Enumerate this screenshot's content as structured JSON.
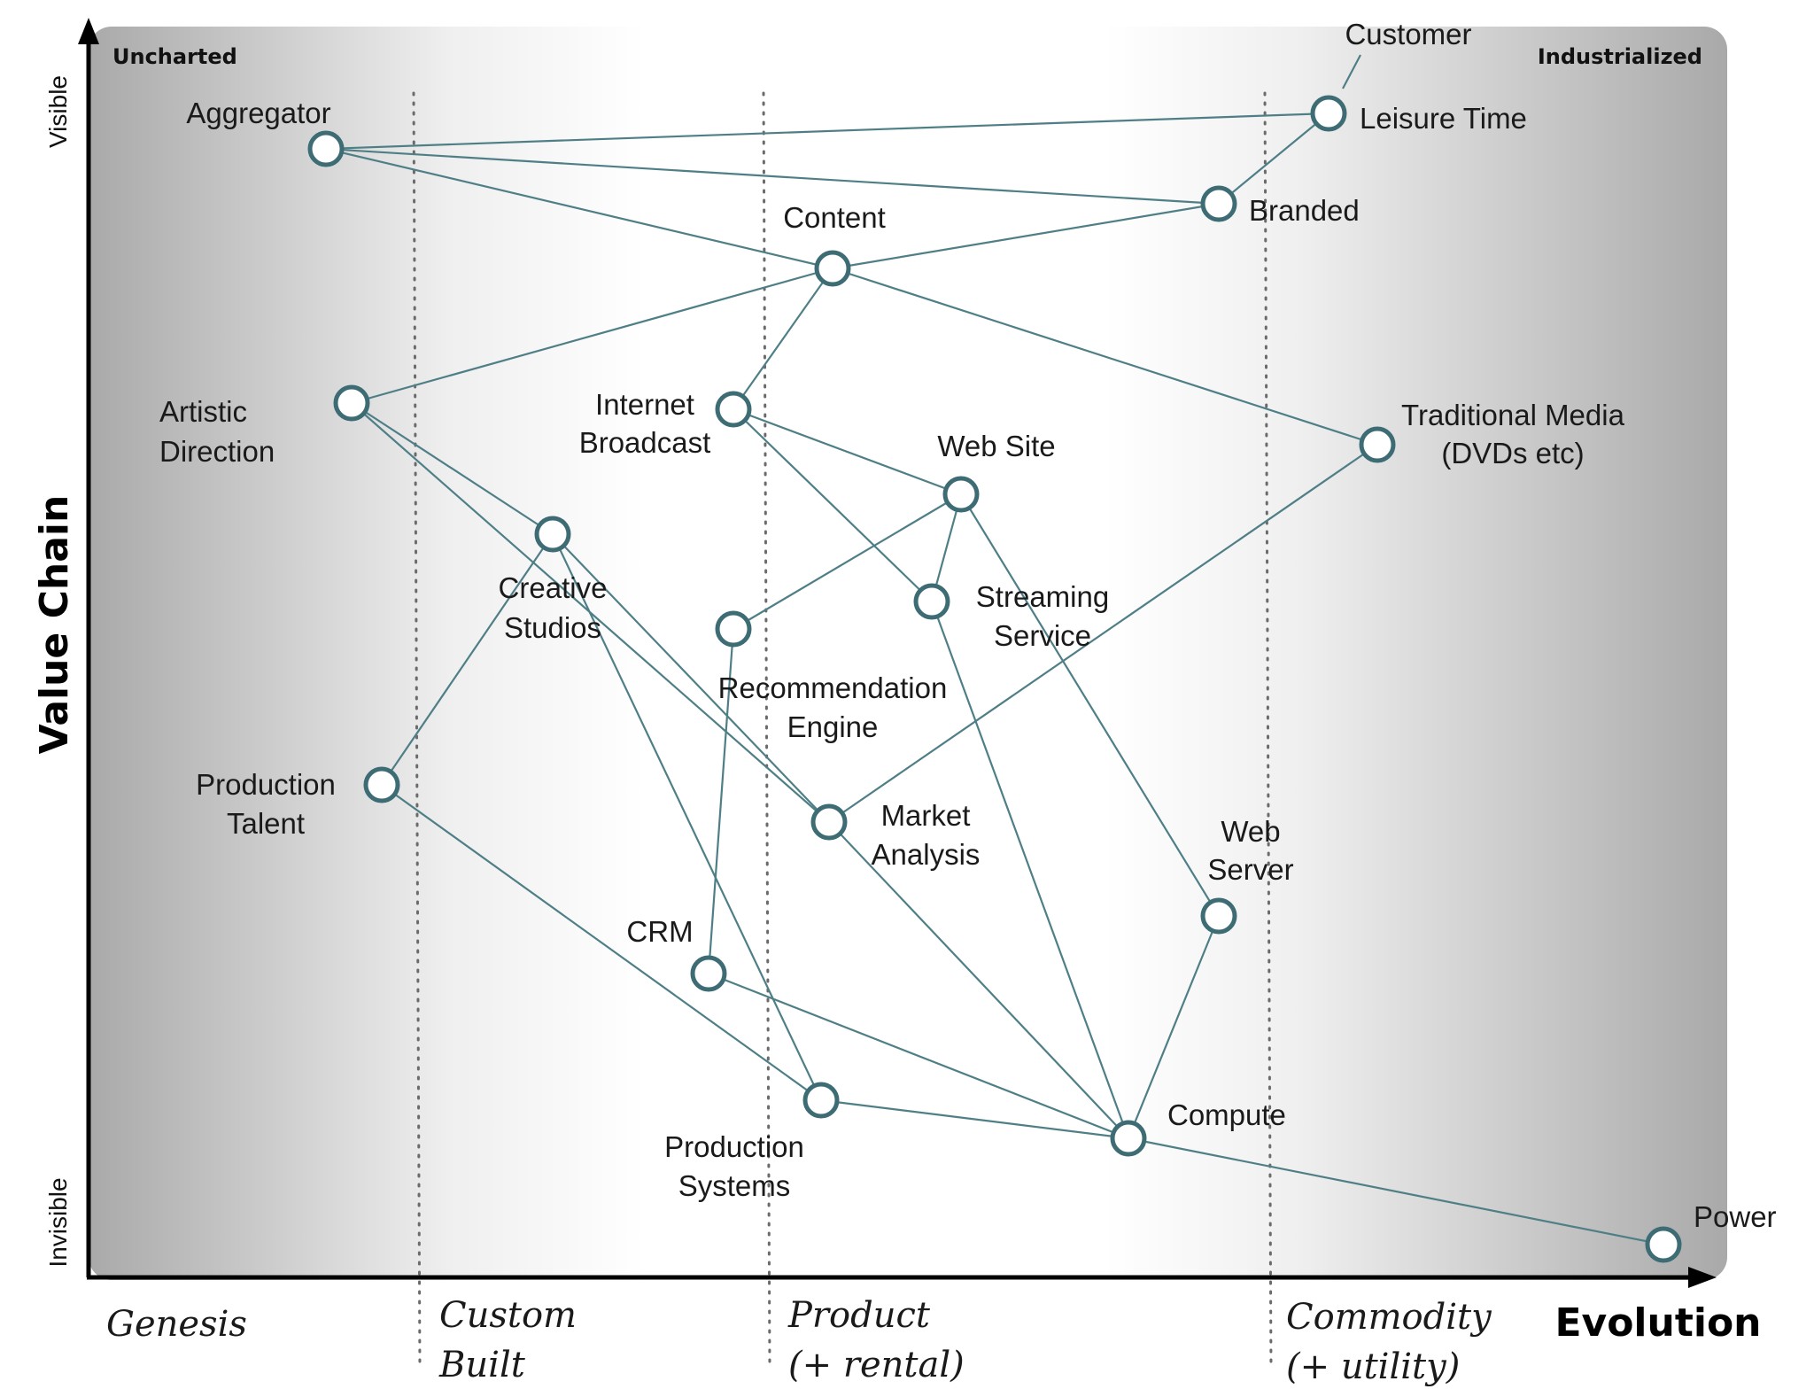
{
  "corners": {
    "left": "Uncharted",
    "right": "Industrialized"
  },
  "axes": {
    "y_title": "Value Chain",
    "y_top": "Visible",
    "y_bottom": "Invisible",
    "x_title": "Evolution"
  },
  "stages": [
    {
      "id": "genesis",
      "lines": [
        "Genesis"
      ]
    },
    {
      "id": "custom",
      "lines": [
        "Custom",
        "Built"
      ]
    },
    {
      "id": "product",
      "lines": [
        "Product",
        "(+ rental)"
      ]
    },
    {
      "id": "commodity",
      "lines": [
        "Commodity",
        "(+ utility)"
      ]
    }
  ],
  "nodes": [
    {
      "id": "customer",
      "lines": [
        "Customer"
      ]
    },
    {
      "id": "leisure",
      "lines": [
        "Leisure Time"
      ]
    },
    {
      "id": "aggregator",
      "lines": [
        "Aggregator"
      ]
    },
    {
      "id": "branded",
      "lines": [
        "Branded"
      ]
    },
    {
      "id": "content",
      "lines": [
        "Content"
      ]
    },
    {
      "id": "artistic",
      "lines": [
        "Artistic",
        "Direction"
      ]
    },
    {
      "id": "internet",
      "lines": [
        "Internet",
        "Broadcast"
      ]
    },
    {
      "id": "traditional",
      "lines": [
        "Traditional Media",
        "(DVDs etc)"
      ]
    },
    {
      "id": "website",
      "lines": [
        "Web Site"
      ]
    },
    {
      "id": "creative",
      "lines": [
        "Creative",
        "Studios"
      ]
    },
    {
      "id": "streaming",
      "lines": [
        "Streaming",
        "Service"
      ]
    },
    {
      "id": "recommendation",
      "lines": [
        "Recommendation",
        "Engine"
      ]
    },
    {
      "id": "talent",
      "lines": [
        "Production",
        "Talent"
      ]
    },
    {
      "id": "market",
      "lines": [
        "Market",
        "Analysis"
      ]
    },
    {
      "id": "webserver",
      "lines": [
        "Web",
        "Server"
      ]
    },
    {
      "id": "crm",
      "lines": [
        "CRM"
      ]
    },
    {
      "id": "prodsystems",
      "lines": [
        "Production",
        "Systems"
      ]
    },
    {
      "id": "compute",
      "lines": [
        "Compute"
      ]
    },
    {
      "id": "power",
      "lines": [
        "Power"
      ]
    }
  ],
  "links": [
    [
      "customer",
      "leisure"
    ],
    [
      "leisure",
      "aggregator"
    ],
    [
      "leisure",
      "branded"
    ],
    [
      "aggregator",
      "branded"
    ],
    [
      "aggregator",
      "content"
    ],
    [
      "branded",
      "content"
    ],
    [
      "content",
      "artistic"
    ],
    [
      "content",
      "internet"
    ],
    [
      "content",
      "traditional"
    ],
    [
      "artistic",
      "creative"
    ],
    [
      "artistic",
      "market"
    ],
    [
      "internet",
      "website"
    ],
    [
      "internet",
      "streaming"
    ],
    [
      "website",
      "recommendation"
    ],
    [
      "website",
      "streaming"
    ],
    [
      "website",
      "webserver"
    ],
    [
      "streaming",
      "compute"
    ],
    [
      "creative",
      "talent"
    ],
    [
      "creative",
      "prodsystems"
    ],
    [
      "creative",
      "market"
    ],
    [
      "recommendation",
      "crm"
    ],
    [
      "traditional",
      "market"
    ],
    [
      "talent",
      "prodsystems"
    ],
    [
      "market",
      "compute"
    ],
    [
      "crm",
      "compute"
    ],
    [
      "prodsystems",
      "compute"
    ],
    [
      "webserver",
      "compute"
    ],
    [
      "compute",
      "power"
    ]
  ]
}
